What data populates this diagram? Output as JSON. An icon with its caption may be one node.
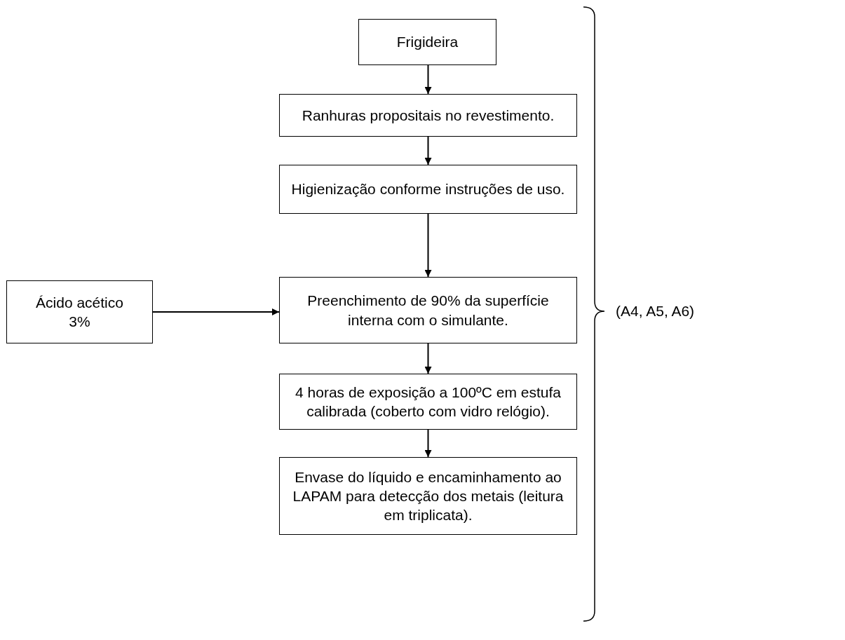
{
  "diagram": {
    "nodes": [
      {
        "text": [
          "Frigideira"
        ]
      },
      {
        "text": [
          "Ranhuras propositais no revestimento."
        ]
      },
      {
        "text": [
          "Higienização conforme instruções de uso."
        ]
      },
      {
        "text": [
          "Ácido acético 3%"
        ]
      },
      {
        "text": [
          "Preenchimento de 90% da superfície interna com o simulante."
        ]
      },
      {
        "text": [
          "4 horas de exposição a 100ºC em estufa calibrada (coberto com vidro relógio)."
        ]
      },
      {
        "text": [
          "Envase do líquido e encaminhamento ao LAPAM para detecção dos metais (leitura em triplicata)."
        ]
      }
    ],
    "edges": [
      {
        "from": 0,
        "to": 1,
        "arrow": "to"
      },
      {
        "from": 1,
        "to": 2,
        "arrow": "to"
      },
      {
        "from": 2,
        "to": 4,
        "arrow": "to"
      },
      {
        "from": 3,
        "to": 4,
        "arrow": "to"
      },
      {
        "from": 4,
        "to": 5,
        "arrow": "to"
      },
      {
        "from": 5,
        "to": 6,
        "arrow": "to"
      }
    ],
    "labels": [
      "(A4, A5, A6)"
    ]
  }
}
